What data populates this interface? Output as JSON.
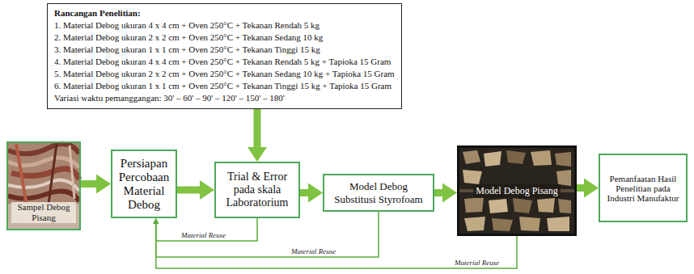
{
  "diagram": {
    "nodes": [
      {
        "text": [
          "Rancangan Penelitian:",
          "1. Material Debog ukuran 4 x 4 cm + Oven 250°C + Tekanan Rendah 5 kg",
          "2. Material Debog ukuran 2 x 2 cm + Oven 250°C + Tekanan Sedang 10 kg",
          "3. Material Debog ukuran 1 x 1 cm + Oven 250°C + Tekanan Tinggi 15 kg",
          "4. Material Debog ukuran 4 x 4 cm + Oven 250°C + Tekanan Rendah 5 kg + Tapioka 15 Gram",
          "5. Material Debog ukuran 2 x 2 cm + Oven 250°C + Tekanan Sedang 10 kg + Tapioka 15 Gram",
          "6. Material Debog ukuran 1 x 1 cm + Oven 250°C + Tekanan Tinggi 15 kg + Tapioka 15 Gram",
          "Variasi waktu pemanggangan: 30' – 60' – 90' – 120' – 150' – 180'"
        ]
      },
      {
        "text": [
          "Sampel Debog Pisang"
        ]
      },
      {
        "text": [
          "Persiapan Percobaan Material Debog"
        ]
      },
      {
        "text": [
          "Trial & Error pada skala Laboratorium"
        ]
      },
      {
        "text": [
          "Model Debog Substitusi Styrofoam"
        ]
      },
      {
        "text": [
          "Model Debog Pisang"
        ]
      },
      {
        "text": [
          "Pemanfaatan Hasil Penelitian pada Industri Manufaktur"
        ]
      }
    ],
    "edges": [
      {
        "from": 1,
        "to": 2,
        "arrow": "to"
      },
      {
        "from": 2,
        "to": 3,
        "arrow": "to"
      },
      {
        "from": 0,
        "to": 3,
        "arrow": "to"
      },
      {
        "from": 3,
        "to": 4,
        "arrow": "to"
      },
      {
        "from": 4,
        "to": 5,
        "arrow": "to"
      },
      {
        "from": 5,
        "to": 6,
        "arrow": "to"
      },
      {
        "from": 3,
        "to": 2,
        "label": "Material Reuse",
        "arrow": "to"
      },
      {
        "from": 4,
        "to": 2,
        "label": "Material Reuse",
        "arrow": "to"
      },
      {
        "from": 5,
        "to": 2,
        "label": "Material Reuse",
        "arrow": "to"
      }
    ]
  }
}
